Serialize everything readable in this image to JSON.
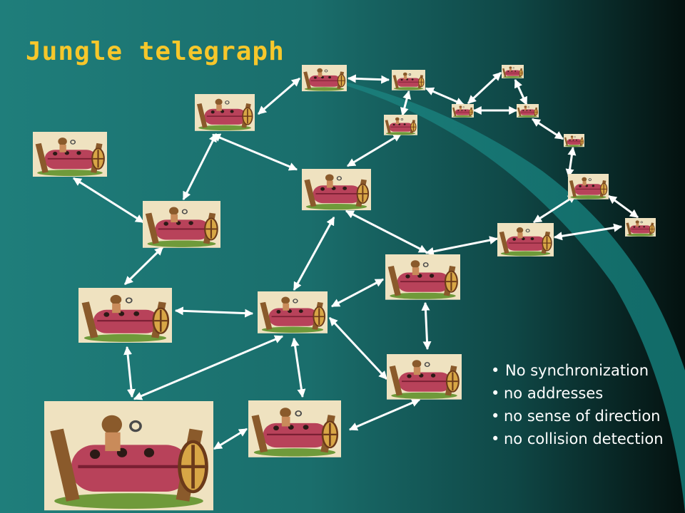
{
  "title": "Jungle telegraph",
  "bullets": [
    "No synchronization",
    "no addresses",
    "no sense of direction",
    "no collision detection"
  ],
  "node_picture": "drum-player-picture",
  "colors": {
    "title": "#f6c72b",
    "arrow": "#ffffff",
    "background_start": "#1f7e7b",
    "background_end": "#04110f",
    "drum": "#b8425a",
    "accent_swoosh": "#1b8a86"
  }
}
